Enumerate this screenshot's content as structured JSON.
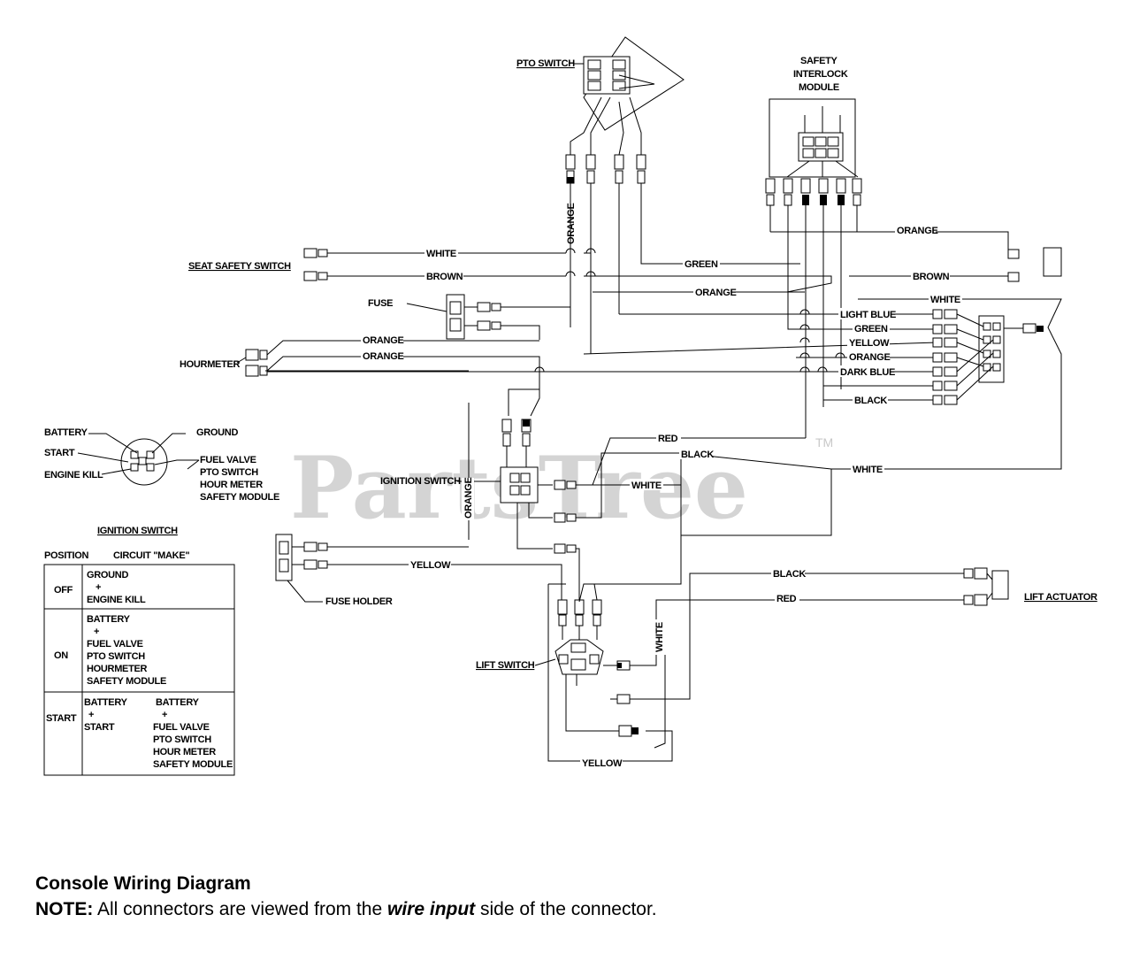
{
  "watermark": {
    "brand": "PartsTree",
    "tm": "TM"
  },
  "components": {
    "pto_switch": "PTO SWITCH",
    "safety_interlock_module": [
      "SAFETY",
      "INTERLOCK",
      "MODULE"
    ],
    "seat_safety_switch": "SEAT SAFETY SWITCH",
    "fuse": "FUSE",
    "hourmeter": "HOURMETER",
    "ignition_switch": "IGNITION SWITCH",
    "fuse_holder": "FUSE HOLDER",
    "lift_switch": "LIFT SWITCH",
    "lift_actuator": "LIFT ACTUATOR"
  },
  "wire_labels": {
    "orange_vertical_top": "ORANGE",
    "white_seat": "WHITE",
    "brown_seat": "BROWN",
    "green_top": "GREEN",
    "orange_mid": "ORANGE",
    "orange_module_right": "ORANGE",
    "brown_right": "BROWN",
    "white_right": "WHITE",
    "light_blue": "LIGHT BLUE",
    "green_conn": "GREEN",
    "yellow_conn": "YELLOW",
    "orange_conn": "ORANGE",
    "dark_blue": "DARK BLUE",
    "black_conn": "BLACK",
    "orange_hour_1": "ORANGE",
    "orange_hour_2": "ORANGE",
    "red_ign": "RED",
    "black_ign": "BLACK",
    "white_long": "WHITE",
    "white_ign": "WHITE",
    "orange_ign_vertical": "ORANGE",
    "yellow_fuse_holder": "YELLOW",
    "black_lift": "BLACK",
    "red_lift": "RED",
    "white_lift_vertical": "WHITE",
    "yellow_bottom": "YELLOW"
  },
  "ignition_terminals": {
    "battery": "BATTERY",
    "start": "START",
    "engine_kill": "ENGINE KILL",
    "ground": "GROUND",
    "fuel_valve": "FUEL VALVE",
    "pto_switch": "PTO SWITCH",
    "hour_meter": "HOUR METER",
    "safety_module": "SAFETY MODULE"
  },
  "ignition_table": {
    "title": "IGNITION SWITCH",
    "col_position": "POSITION",
    "col_circuit": "CIRCUIT \"MAKE\"",
    "rows": [
      {
        "position": "OFF",
        "lines": [
          "GROUND",
          "+",
          "ENGINE KILL"
        ]
      },
      {
        "position": "ON",
        "lines": [
          "BATTERY",
          "+",
          "FUEL VALVE",
          "PTO SWITCH",
          "HOURMETER",
          "SAFETY MODULE"
        ]
      },
      {
        "position": "START",
        "left": [
          "BATTERY",
          "+",
          "START"
        ],
        "right": [
          "BATTERY",
          "+",
          "FUEL VALVE",
          "PTO SWITCH",
          "HOUR METER",
          "SAFETY MODULE"
        ]
      }
    ]
  },
  "caption": {
    "title": "Console Wiring Diagram",
    "note_label": "NOTE:",
    "note_part1": " All connectors are viewed from the ",
    "note_emph": "wire input",
    "note_part2": " side of the connector."
  }
}
